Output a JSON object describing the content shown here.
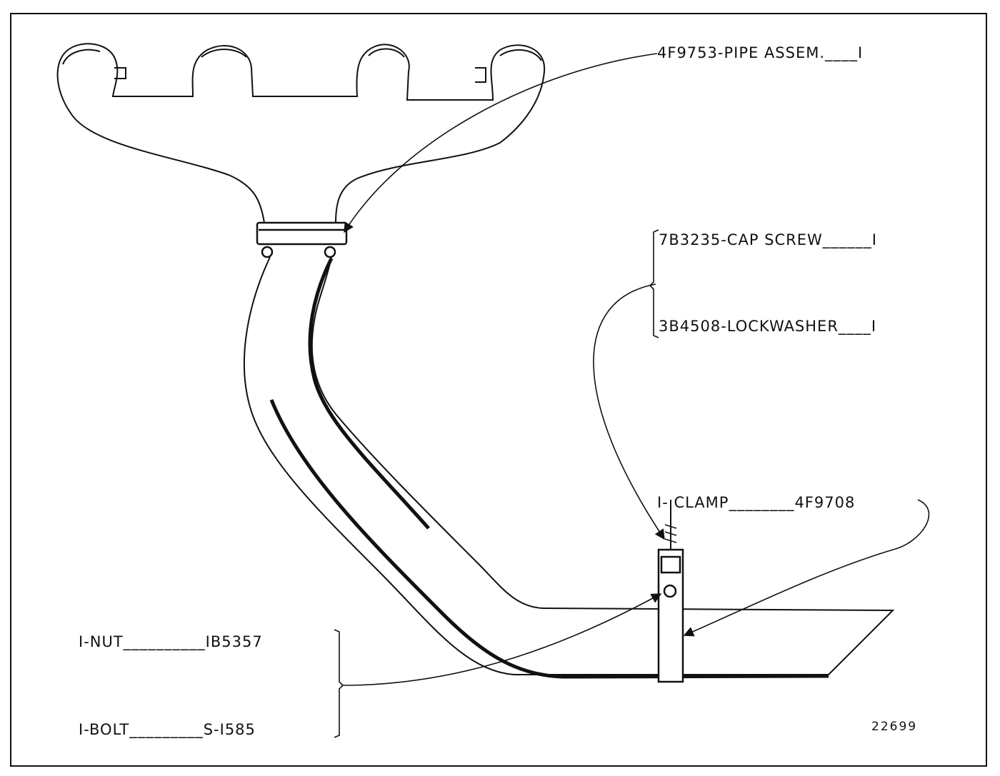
{
  "labels": {
    "pipe_assembly": "4F9753-PIPE ASSEM.____I",
    "cap_screw": "7B3235-CAP SCREW______I",
    "lockwasher": "3B4508-LOCKWASHER____I",
    "clamp": "I- CLAMP________4F9708",
    "nut": "I-NUT__________IB5357",
    "bolt": "I-BOLT_________S-I585"
  },
  "figure_number": "22699",
  "colors": {
    "ink": "#111111",
    "paper": "#ffffff"
  }
}
